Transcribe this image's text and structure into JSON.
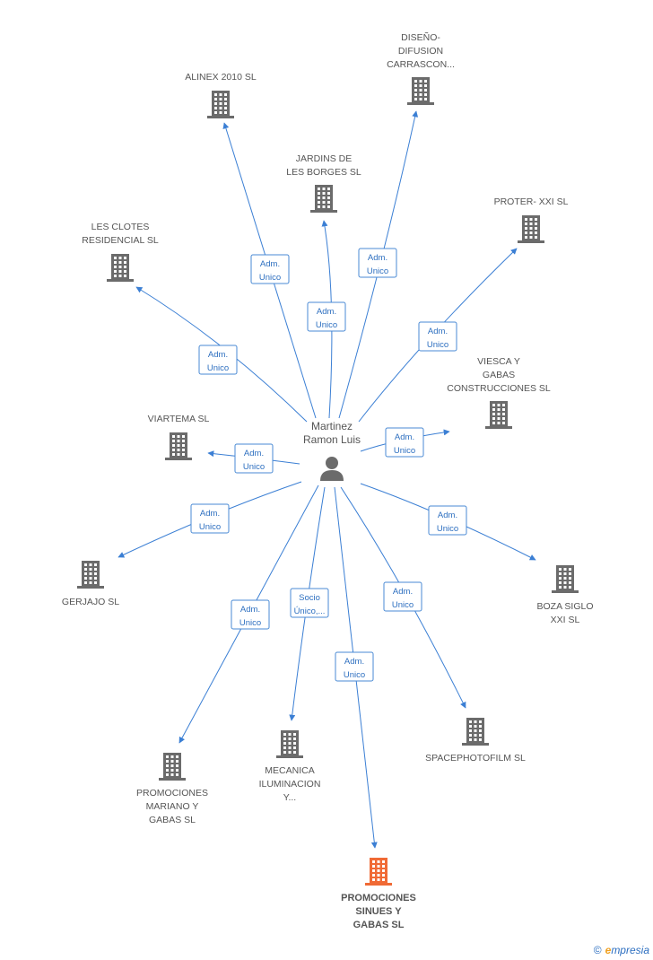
{
  "person": {
    "name_line1": "Martinez",
    "name_line2": "Ramon Luis"
  },
  "companies": [
    {
      "id": "alinex",
      "lines": [
        "ALINEX 2010 SL"
      ]
    },
    {
      "id": "disenodifusion",
      "lines": [
        "DISEÑO-",
        "DIFUSION",
        "CARRASCON..."
      ]
    },
    {
      "id": "jardins",
      "lines": [
        "JARDINS DE",
        "LES BORGES SL"
      ]
    },
    {
      "id": "proter",
      "lines": [
        "PROTER- XXI SL"
      ]
    },
    {
      "id": "lesclotes",
      "lines": [
        "LES CLOTES",
        "RESIDENCIAL SL"
      ]
    },
    {
      "id": "viesca",
      "lines": [
        "VIESCA Y",
        "GABAS",
        "CONSTRUCCIONES SL"
      ]
    },
    {
      "id": "viartema",
      "lines": [
        "VIARTEMA SL"
      ]
    },
    {
      "id": "gerjajo",
      "lines": [
        "GERJAJO  SL"
      ]
    },
    {
      "id": "boza",
      "lines": [
        "BOZA SIGLO",
        "XXI SL"
      ]
    },
    {
      "id": "promomariano",
      "lines": [
        "PROMOCIONES",
        "MARIANO Y",
        "GABAS SL"
      ]
    },
    {
      "id": "mecanica",
      "lines": [
        "MECANICA",
        "ILUMINACION",
        "Y..."
      ]
    },
    {
      "id": "spacephoto",
      "lines": [
        "SPACEPHOTOFILM SL"
      ]
    },
    {
      "id": "promosinues",
      "lines": [
        "PROMOCIONES",
        "SINUES Y",
        "GABAS SL"
      ],
      "highlight": true
    }
  ],
  "edges": [
    {
      "to": "alinex",
      "label": [
        "Adm.",
        "Unico"
      ]
    },
    {
      "to": "disenodifusion",
      "label": [
        "Adm.",
        "Unico"
      ]
    },
    {
      "to": "jardins",
      "label": [
        "Adm.",
        "Unico"
      ]
    },
    {
      "to": "proter",
      "label": [
        "Adm.",
        "Unico"
      ]
    },
    {
      "to": "lesclotes",
      "label": [
        "Adm.",
        "Unico"
      ]
    },
    {
      "to": "viesca",
      "label": [
        "Adm.",
        "Unico"
      ]
    },
    {
      "to": "viartema",
      "label": [
        "Adm.",
        "Unico"
      ]
    },
    {
      "to": "gerjajo",
      "label": [
        "Adm.",
        "Unico"
      ]
    },
    {
      "to": "boza",
      "label": [
        "Adm.",
        "Unico"
      ]
    },
    {
      "to": "promomariano",
      "label": [
        "Adm.",
        "Unico"
      ]
    },
    {
      "to": "mecanica",
      "label": [
        "Socio",
        "Único,..."
      ]
    },
    {
      "to": "spacephoto",
      "label": [
        "Adm.",
        "Unico"
      ]
    },
    {
      "to": "promosinues",
      "label": [
        "Adm.",
        "Unico"
      ]
    }
  ],
  "colors": {
    "edge": "#3b7fd4",
    "building": "#6b6b6b",
    "highlight": "#f06a35",
    "label_text": "#2d6fc0"
  },
  "footer": {
    "copyright": "©",
    "brand_initial": "e",
    "brand_rest": "mpresia"
  }
}
